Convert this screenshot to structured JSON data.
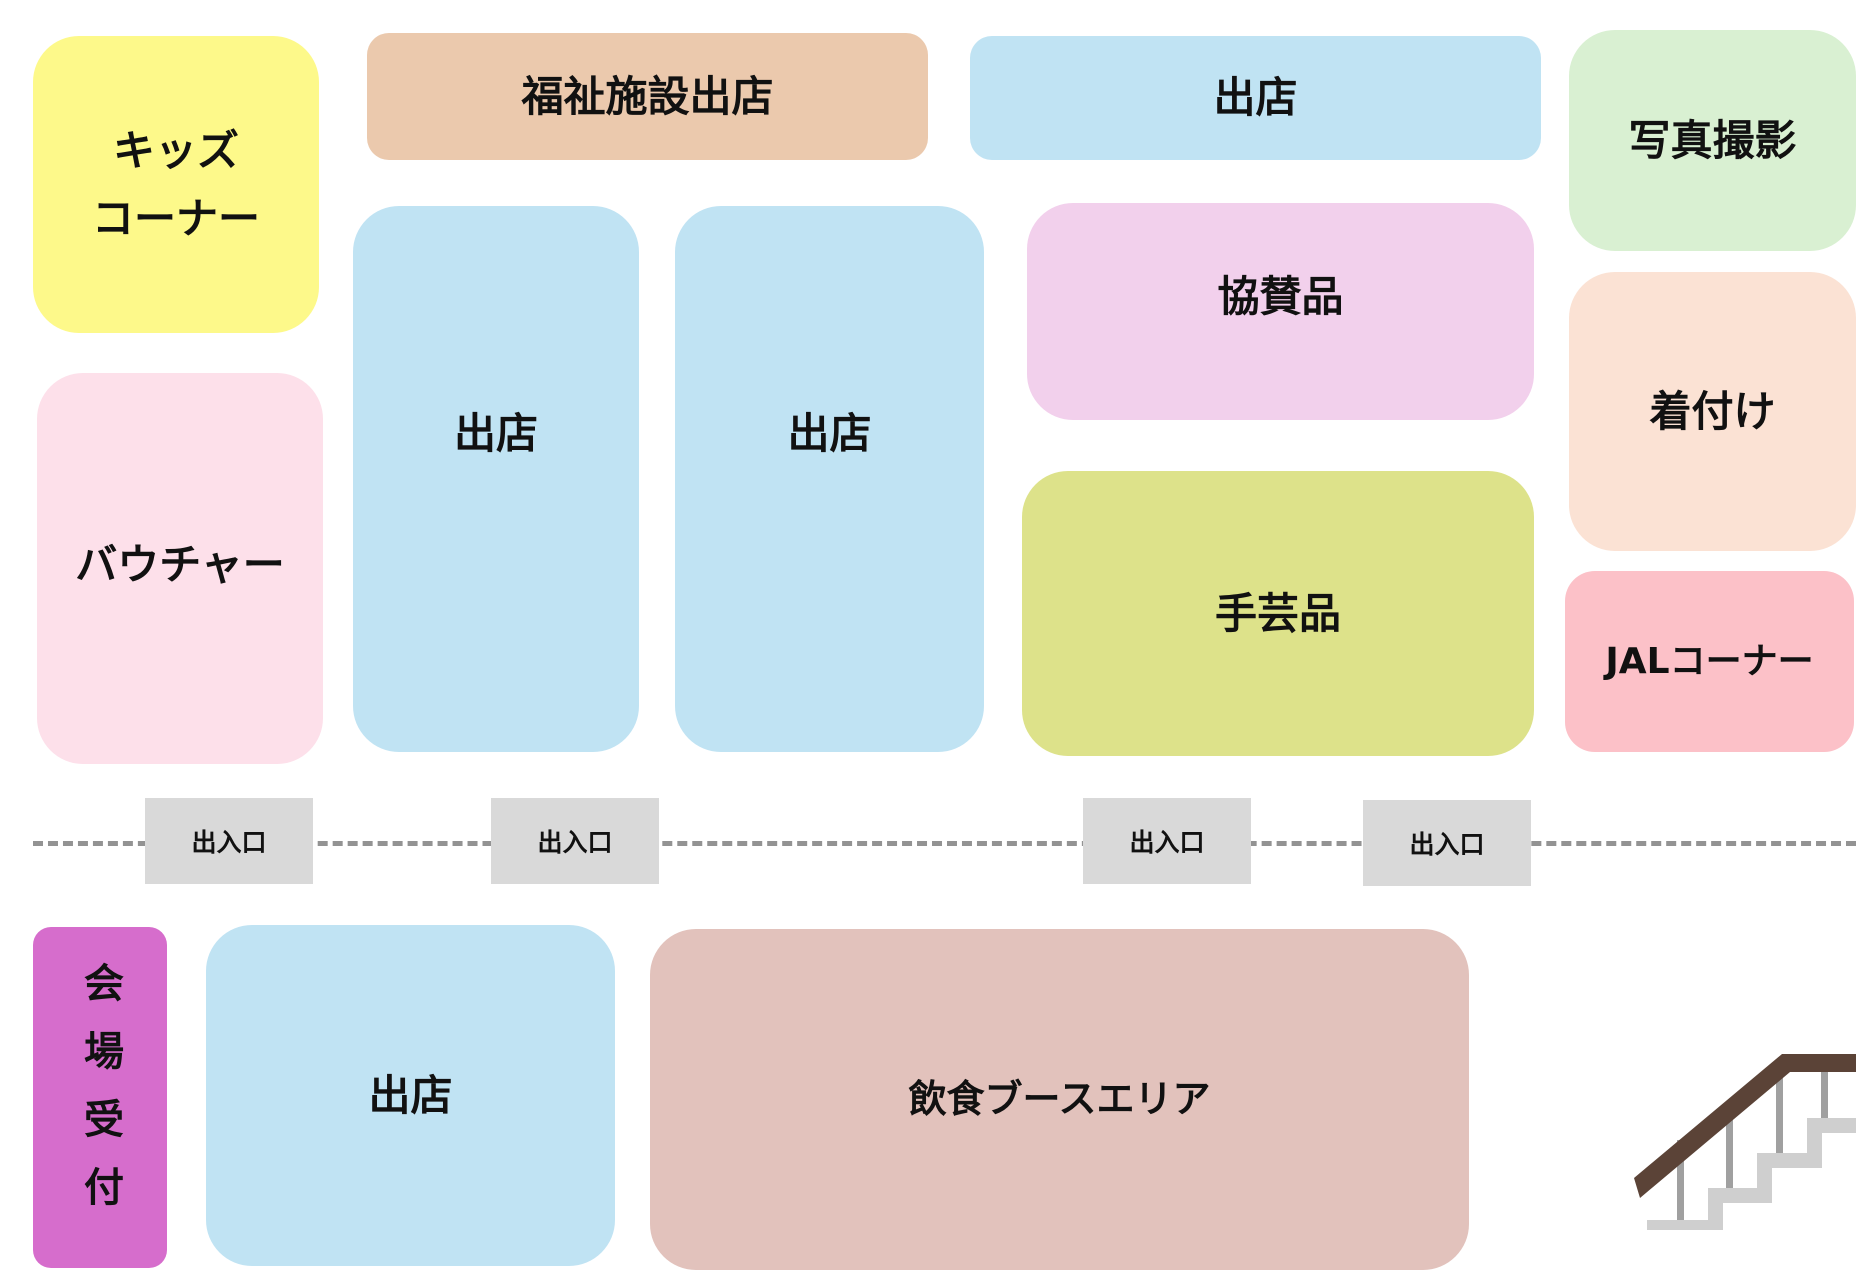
{
  "areas": {
    "kids": {
      "line1": "キッズ",
      "line2": "コーナー",
      "color": "#fdf98a"
    },
    "welfare": {
      "label": "福祉施設出店",
      "color": "#ebc9ad"
    },
    "shop_top": {
      "label": "出店",
      "color": "#c0e3f3"
    },
    "photo": {
      "label": "写真撮影",
      "color": "#d9f0d2"
    },
    "voucher": {
      "label": "バウチャー",
      "color": "#fde0ea"
    },
    "shop_col1": {
      "label": "出店",
      "color": "#c0e3f3"
    },
    "shop_col2": {
      "label": "出店",
      "color": "#c0e3f3"
    },
    "sponsor": {
      "label": "協賛品",
      "color": "#f2d0ec"
    },
    "crafts": {
      "label": "手芸品",
      "color": "#dde28a"
    },
    "kimono": {
      "label": "着付け",
      "color": "#fbe2d4"
    },
    "jal": {
      "label": "JALコーナー",
      "color": "#fcc1c8"
    },
    "reception": {
      "label": "会場受付",
      "color": "#d66dcc"
    },
    "shop_bottom": {
      "label": "出店",
      "color": "#c0e3f3"
    },
    "food": {
      "label": "飲食ブースエリア",
      "color": "#e2c2bc"
    }
  },
  "entrances": [
    "出入口",
    "出入口",
    "出入口",
    "出入口"
  ],
  "icons": {
    "stairs": "stairs-icon"
  }
}
